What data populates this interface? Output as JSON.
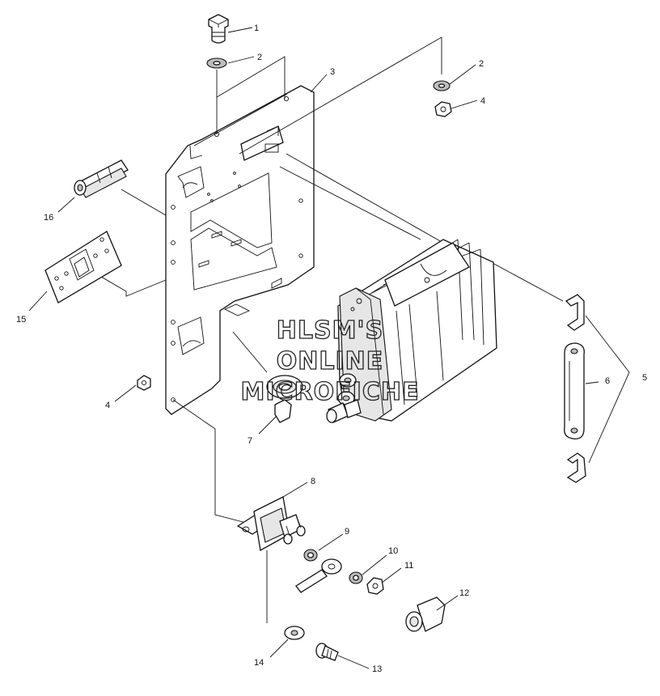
{
  "watermark": {
    "line1": "HLSM'S",
    "line2": "ONLINE",
    "line3": "MICROFICHE"
  },
  "callouts": [
    {
      "id": "c1",
      "label": "1"
    },
    {
      "id": "c2a",
      "label": "2"
    },
    {
      "id": "c2b",
      "label": "2"
    },
    {
      "id": "c3",
      "label": "3"
    },
    {
      "id": "c4a",
      "label": "4"
    },
    {
      "id": "c4b",
      "label": "4"
    },
    {
      "id": "c5",
      "label": "5"
    },
    {
      "id": "c6",
      "label": "6"
    },
    {
      "id": "c7",
      "label": "7"
    },
    {
      "id": "c8",
      "label": "8"
    },
    {
      "id": "c9",
      "label": "9"
    },
    {
      "id": "c10",
      "label": "10"
    },
    {
      "id": "c11",
      "label": "11"
    },
    {
      "id": "c12",
      "label": "12"
    },
    {
      "id": "c13",
      "label": "13"
    },
    {
      "id": "c14",
      "label": "14"
    },
    {
      "id": "c15",
      "label": "15"
    },
    {
      "id": "c16",
      "label": "16"
    }
  ]
}
